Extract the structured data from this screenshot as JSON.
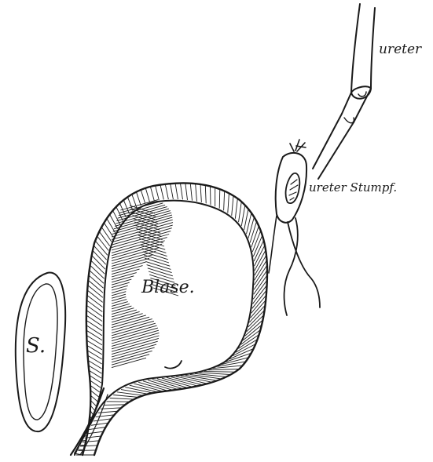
{
  "labels": {
    "ureter": "ureter",
    "ureter_stump": "ureter Stumpf.",
    "bladder": "Blase.",
    "s": "S."
  },
  "colors": {
    "ink": "#1a1a1a",
    "paper": "#ffffff"
  }
}
